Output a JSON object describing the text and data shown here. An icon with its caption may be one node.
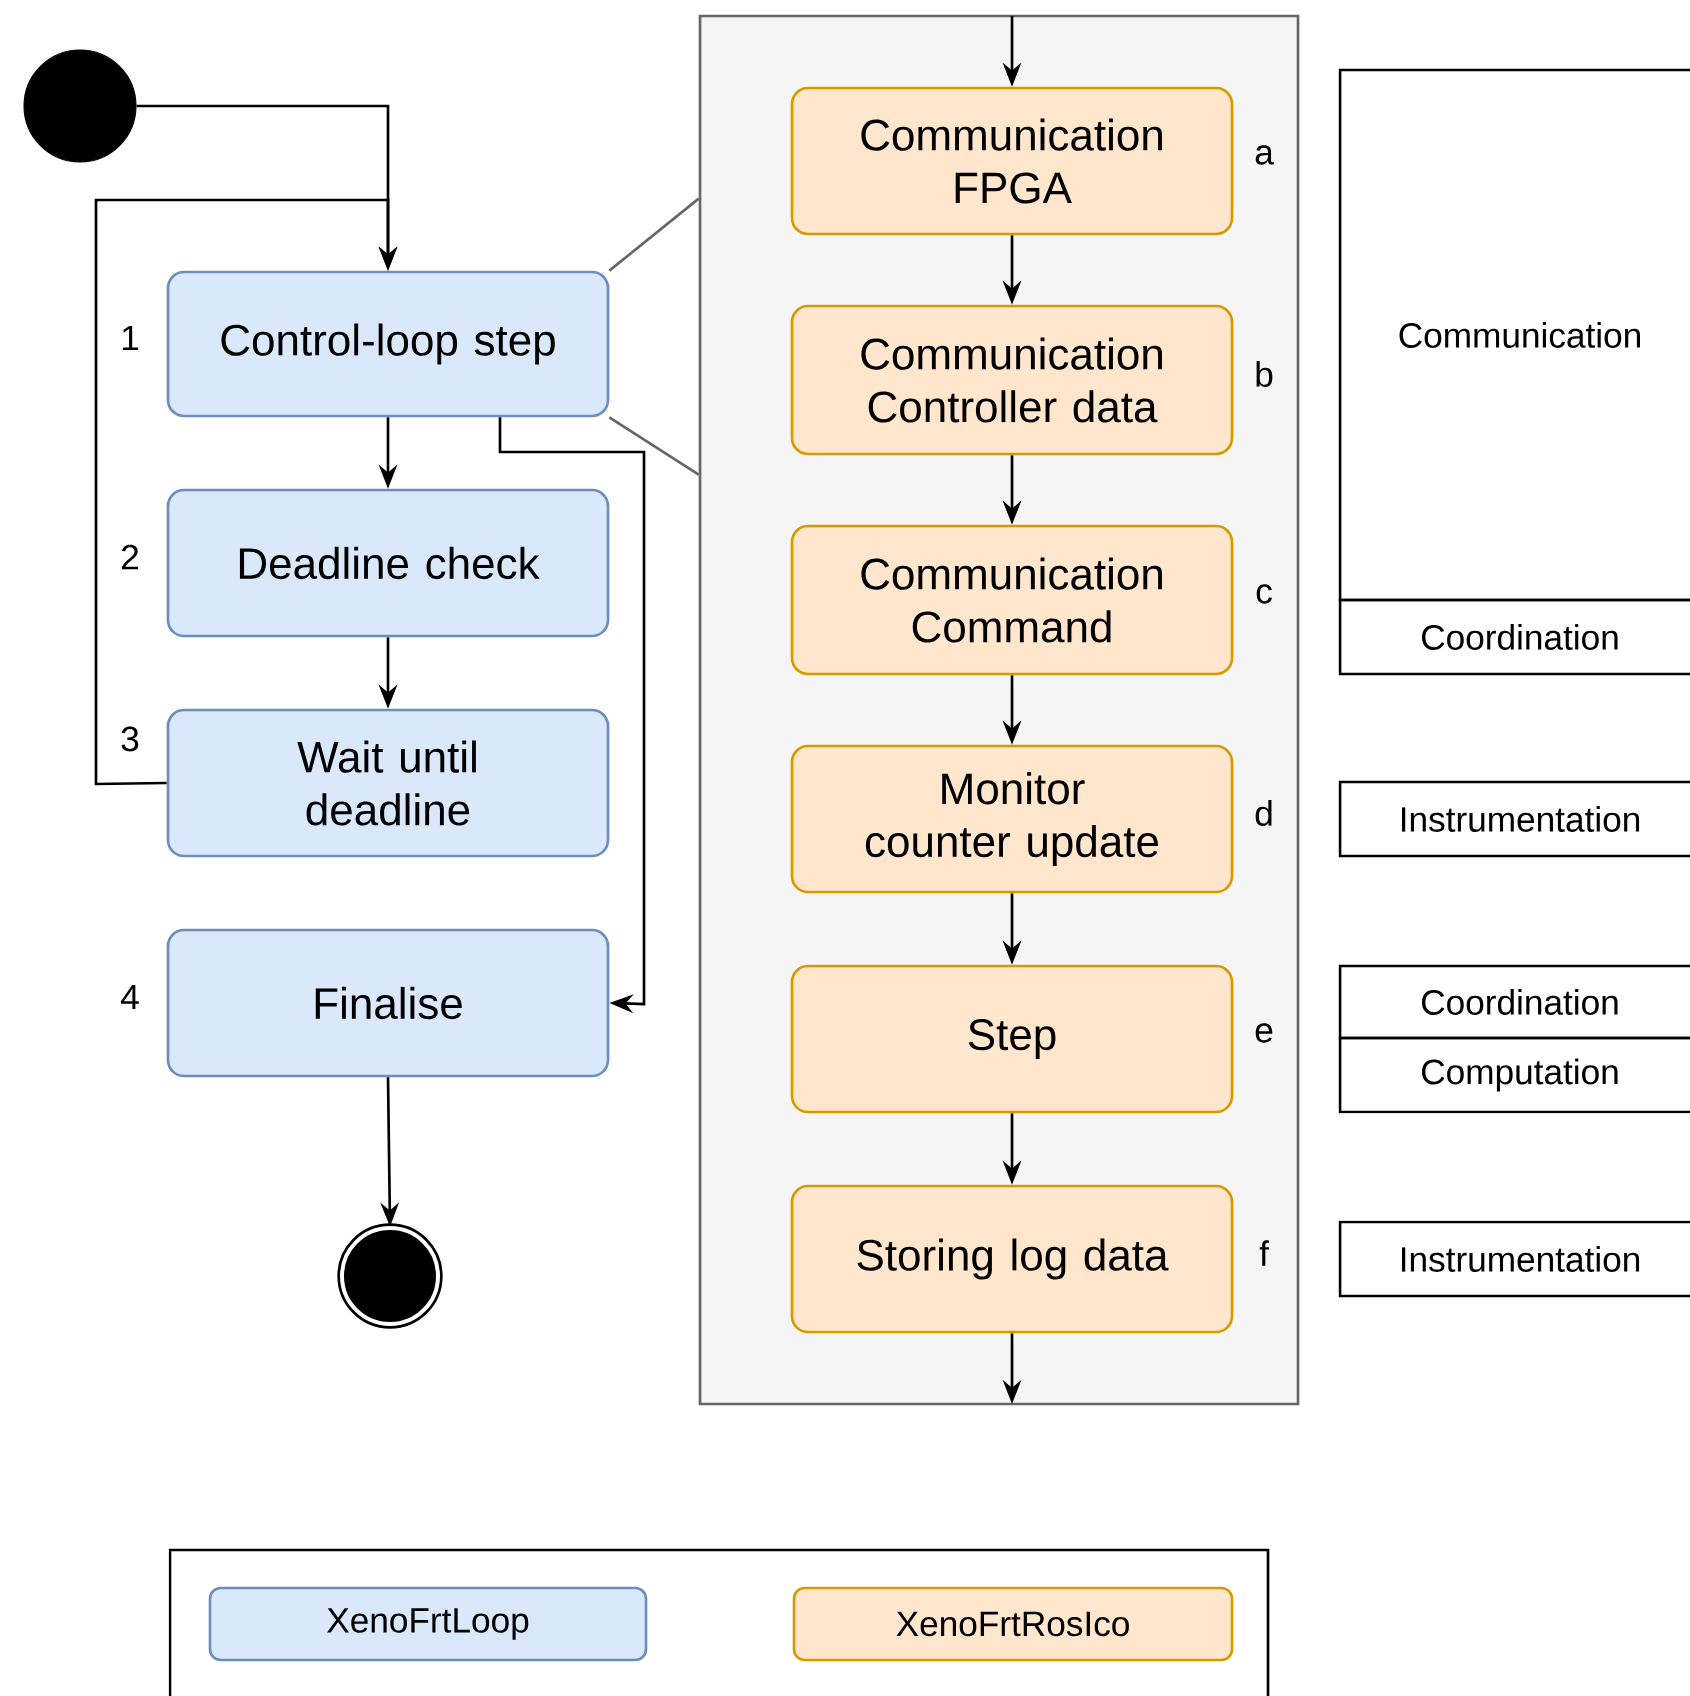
{
  "diagram": {
    "nodes": [
      {
        "text": [],
        "shape": "circle"
      },
      {
        "text": [
          "Control-loop step"
        ],
        "beside": [
          "1"
        ]
      },
      {
        "text": [
          "Deadline check"
        ],
        "beside": [
          "2"
        ]
      },
      {
        "text": [
          "Wait until deadline"
        ],
        "beside": [
          "3"
        ]
      },
      {
        "text": [
          "Finalise"
        ],
        "beside": [
          "4"
        ]
      },
      {
        "text": [],
        "shape": "circle"
      },
      {
        "text": [],
        "shape": "box"
      },
      {
        "text": [
          "Communication FPGA"
        ],
        "beside": [
          "a"
        ],
        "in": 6
      },
      {
        "text": [
          "Communication Controller data"
        ],
        "beside": [
          "b"
        ],
        "in": 6
      },
      {
        "text": [
          "Communication Command"
        ],
        "beside": [
          "c"
        ],
        "in": 6
      },
      {
        "text": [
          "Monitor counter update"
        ],
        "beside": [
          "d"
        ],
        "in": 6
      },
      {
        "text": [
          "Step"
        ],
        "beside": [
          "e"
        ],
        "in": 6
      },
      {
        "text": [
          "Storing log data"
        ],
        "beside": [
          "f"
        ],
        "in": 6
      },
      {
        "text": [
          "Communication"
        ]
      },
      {
        "text": [
          "Coordination"
        ]
      },
      {
        "text": [
          "Instrumentation"
        ]
      },
      {
        "text": [
          "Coordination"
        ]
      },
      {
        "text": [
          "Computation"
        ]
      },
      {
        "text": [
          "Instrumentation"
        ]
      }
    ],
    "edges": [
      {
        "from": 0,
        "to": 1,
        "arrow": "to"
      },
      {
        "from": 3,
        "to": 1,
        "arrow": "to"
      },
      {
        "from": 1,
        "to": 2,
        "arrow": "to"
      },
      {
        "from": 2,
        "to": 3,
        "arrow": "to"
      },
      {
        "from": 1,
        "to": 4,
        "arrow": "to"
      },
      {
        "from": 4,
        "to": 5,
        "arrow": "to"
      },
      {
        "from": 1,
        "to": 6,
        "arrow": "none",
        "color": "#666666"
      },
      {
        "from": 1,
        "to": 6,
        "arrow": "none",
        "color": "#666666"
      },
      {
        "from": null,
        "to": 7,
        "arrow": "to"
      },
      {
        "from": 7,
        "to": 8,
        "arrow": "to"
      },
      {
        "from": 8,
        "to": 9,
        "arrow": "to"
      },
      {
        "from": 9,
        "to": 10,
        "arrow": "to"
      },
      {
        "from": 10,
        "to": 11,
        "arrow": "to"
      },
      {
        "from": 11,
        "to": 12,
        "arrow": "to"
      },
      {
        "from": 12,
        "to": null,
        "arrow": "to"
      }
    ],
    "legend": [
      {
        "text": "XenoFrtLoop",
        "color": "#dae8fc"
      },
      {
        "text": "XenoFrtRosIco",
        "color": "#ffe6cc"
      }
    ]
  }
}
